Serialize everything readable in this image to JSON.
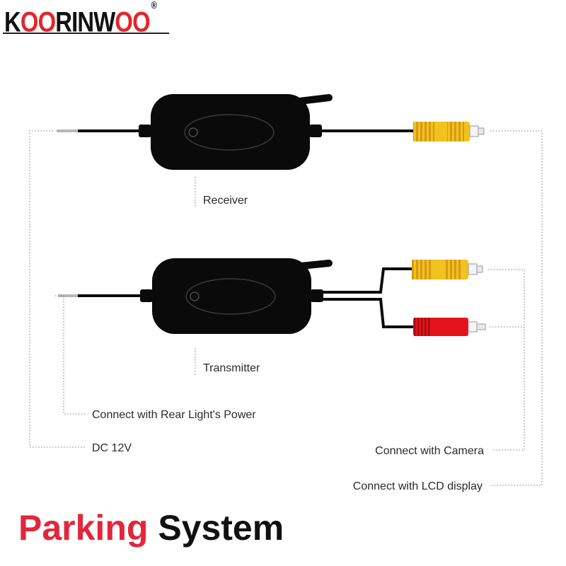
{
  "brand": {
    "prefix": "K",
    "oo": "OO",
    "middle": "RINW",
    "suffix": "OO",
    "registered": "®"
  },
  "labels": {
    "receiver": "Receiver",
    "transmitter": "Transmitter",
    "rear_light": "Connect with Rear Light's Power",
    "dc": "DC 12V",
    "camera": "Connect with Camera",
    "lcd": "Connect with LCD display"
  },
  "title": {
    "word1": "Parking",
    "word2": "System"
  },
  "colors": {
    "brand_accent": "#e3262b",
    "title_red": "#e3263a",
    "device_body": "#0a0a0a",
    "rca_yellow": "#f2c21e",
    "rca_red": "#e3141a"
  }
}
